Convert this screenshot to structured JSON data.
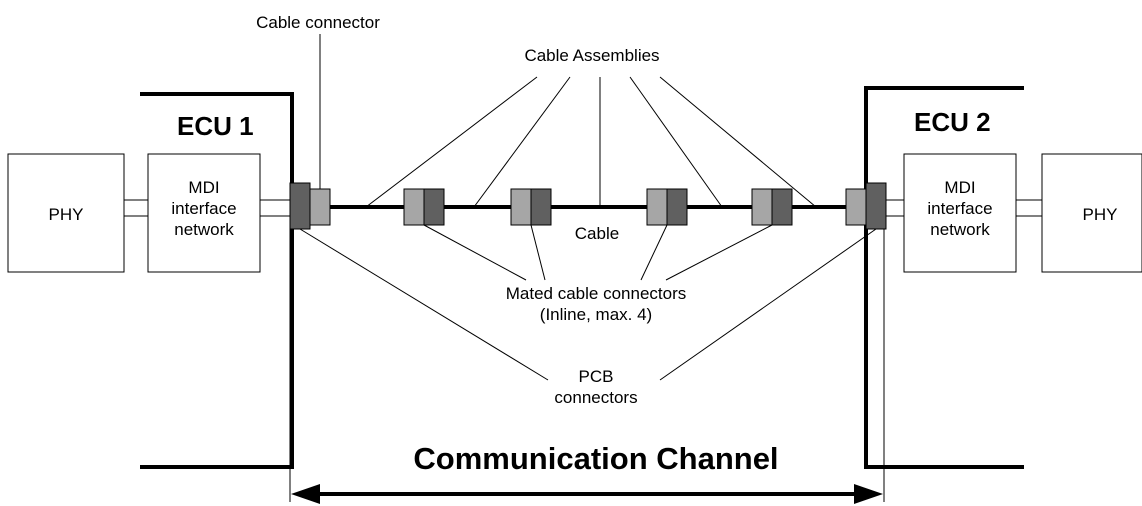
{
  "labels": {
    "cable_connector": "Cable connector",
    "cable_assemblies": "Cable Assemblies",
    "cable": "Cable",
    "mated_line1": "Mated cable connectors",
    "mated_line2": "(Inline, max. 4)",
    "pcb_line1": "PCB",
    "pcb_line2": "connectors",
    "channel": "Communication Channel"
  },
  "left": {
    "ecu": "ECU 1",
    "phy": "PHY",
    "mdi_line1": "MDI",
    "mdi_line2": "interface",
    "mdi_line3": "network"
  },
  "right": {
    "ecu": "ECU 2",
    "phy": "PHY",
    "mdi_line1": "MDI",
    "mdi_line2": "interface",
    "mdi_line3": "network"
  },
  "colors": {
    "connector_dark": "#606060",
    "connector_light": "#a6a6a6",
    "line": "#000000"
  }
}
